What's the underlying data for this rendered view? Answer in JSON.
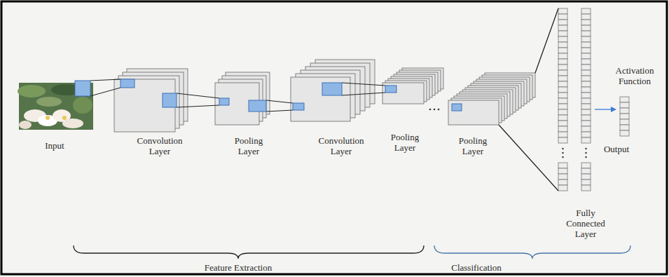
{
  "diagram": {
    "labels": [
      "Input",
      "Convolution Layer",
      "Pooling Layer",
      "Convolution Layer",
      "Pooling Layer",
      "Pooling Layer",
      "Activation Function",
      "Output",
      "Fully Connected Layer",
      "Feature Extraction",
      "Classification"
    ]
  }
}
